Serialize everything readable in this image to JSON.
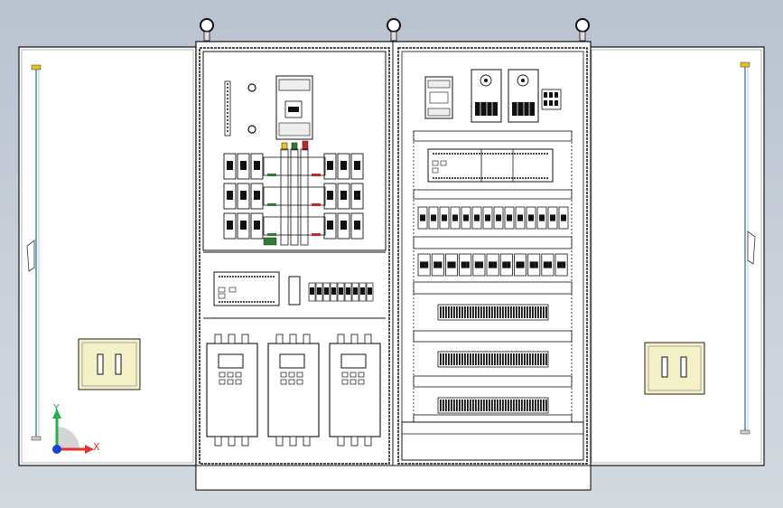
{
  "triad": {
    "x_label": "X",
    "y_label": "Y",
    "colors": {
      "x": "#e0342b",
      "y": "#22b14c",
      "z": "#1f3fd8"
    }
  },
  "colors": {
    "door_fill": "#ffffff",
    "panel_line": "#1a1a1a",
    "handle_fill": "#f4f0c8",
    "hinge_rod": "#5b8fb0",
    "breaker_red": "#c62828",
    "breaker_green": "#2e7d32",
    "breaker_yellow": "#e8c21b"
  },
  "panels": {
    "left_cabinet": {
      "breaker_rows": 3,
      "breakers_per_side": 3,
      "din_terminals": 9,
      "vfd_count": 3
    },
    "right_cabinet": {
      "power_supplies": 2,
      "plc_modules": 2,
      "relay_row_1": 14,
      "relay_row_2": 11,
      "terminal_strips": 3
    }
  }
}
